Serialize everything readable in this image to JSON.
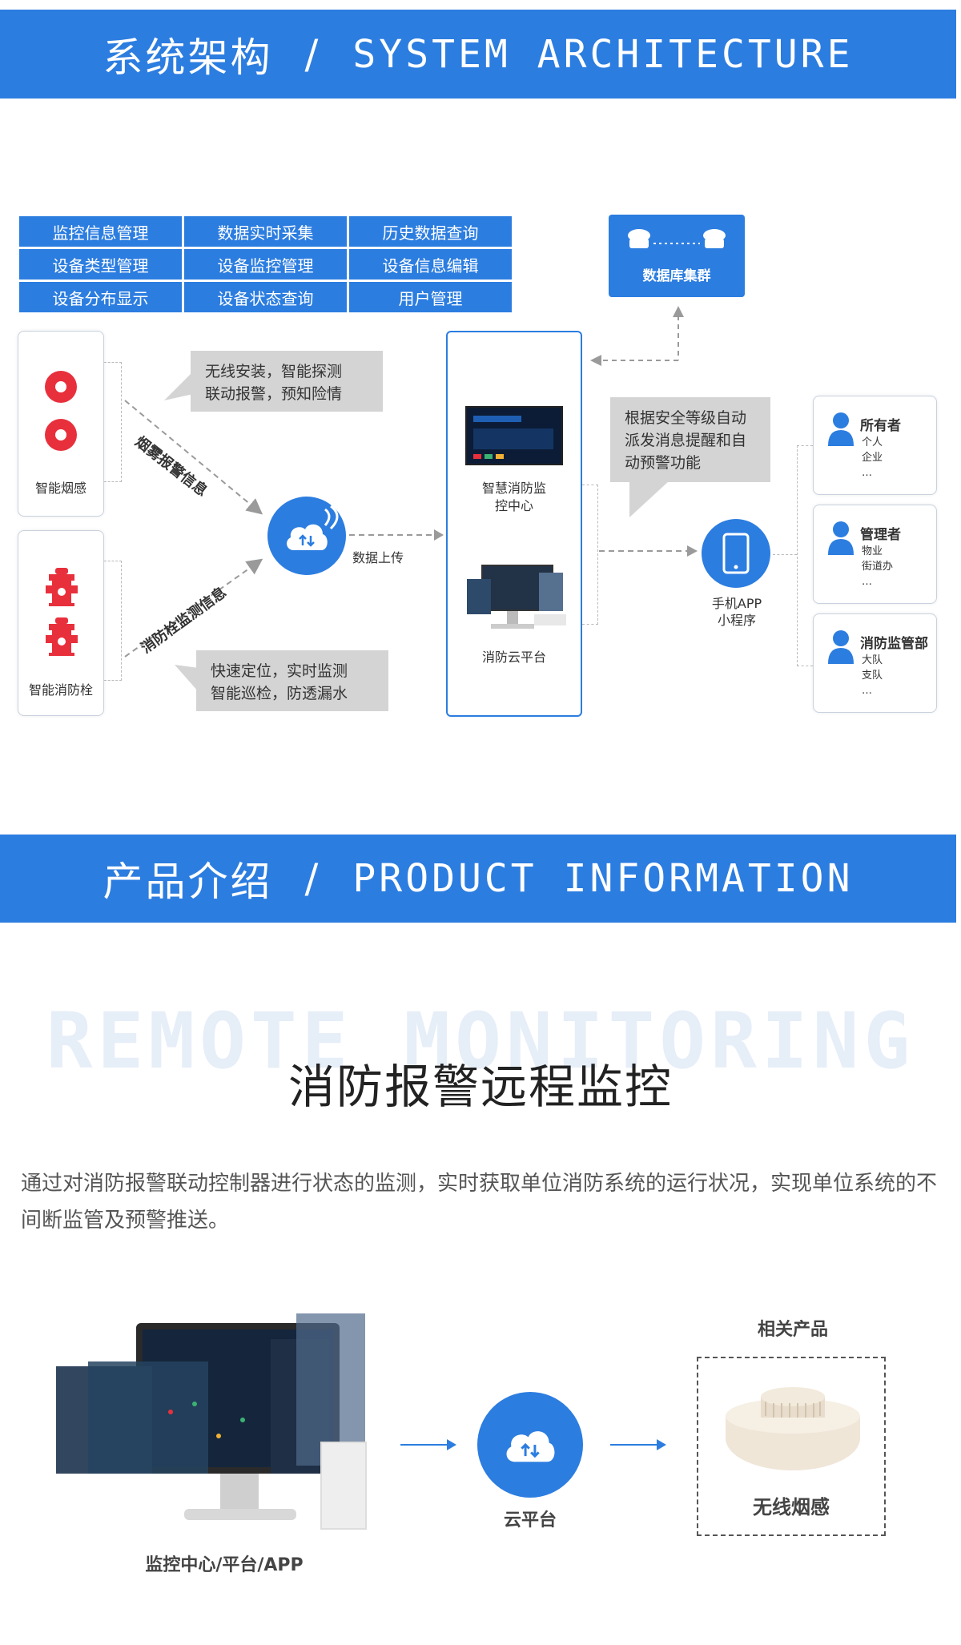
{
  "section1": {
    "title_cn": "系统架构",
    "sep": "/",
    "title_en": "SYSTEM ARCHITECTURE"
  },
  "features": [
    "监控信息管理",
    "数据实时采集",
    "历史数据查询",
    "设备类型管理",
    "设备监控管理",
    "设备信息编辑",
    "设备分布显示",
    "设备状态查询",
    "用户管理"
  ],
  "devices": {
    "smoke": "智能烟感",
    "hydrant": "智能消防栓"
  },
  "bubbles": {
    "top": [
      "无线安装，智能探测",
      "联动报警，预知险情"
    ],
    "bottom": [
      "快速定位，实时监测",
      "智能巡检，防透漏水"
    ],
    "right": [
      "根据安全等级自动",
      "派发消息提醒和自",
      "动预警功能"
    ]
  },
  "diagonal": {
    "smoke": "烟雾报警信息",
    "hydrant": "消防栓监测信息"
  },
  "upload": "数据上传",
  "database": "数据库集群",
  "monitor_center": [
    "智慧消防监",
    "控中心"
  ],
  "cloud_platform": "消防云平台",
  "mobile": [
    "手机APP",
    "小程序"
  ],
  "roles": [
    {
      "name": "所有者",
      "items": [
        "个人",
        "企业",
        "…"
      ]
    },
    {
      "name": "管理者",
      "items": [
        "物业",
        "街道办",
        "…"
      ]
    },
    {
      "name": "消防监管部",
      "items": [
        "大队",
        "支队",
        "…"
      ]
    }
  ],
  "section2": {
    "title_cn": "产品介绍",
    "sep": "/",
    "title_en": "PRODUCT INFORMATION"
  },
  "product": {
    "watermark": "REMOTE MONITORING",
    "title": "消防报警远程监控",
    "desc": "通过对消防报警联动控制器进行状态的监测，实时获取单位消防系统的运行状况，实现单位系统的不间断监管及预警推送。",
    "monitor_label": "监控中心/平台/APP",
    "cloud_label": "云平台",
    "related_title": "相关产品",
    "sensor_label": "无线烟感"
  },
  "colors": {
    "primary": "#2c7de0",
    "alarm": "#e8303c",
    "bubble": "#d4d4d4"
  }
}
